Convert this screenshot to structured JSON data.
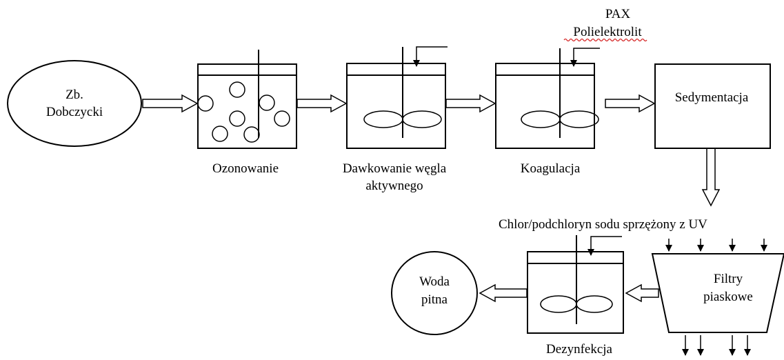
{
  "source": {
    "line1": "Zb.",
    "line2": "Dobczycki"
  },
  "stages": {
    "ozonation": "Ozonowanie",
    "carbon_line1": "Dawkowanie węgla",
    "carbon_line2": "aktywnego",
    "coagulation": "Koagulacja",
    "sedimentation": "Sedymentacja",
    "filters_line1": "Filtry",
    "filters_line2": "piaskowe",
    "disinfection": "Dezynfekcja"
  },
  "reagents": {
    "pax": "PAX",
    "polyelectrolyte": "Polielektrolit",
    "chlorine": "Chlor/podchloryn sodu sprzężony z UV"
  },
  "product": {
    "line1": "Woda",
    "line2": "pitna"
  }
}
